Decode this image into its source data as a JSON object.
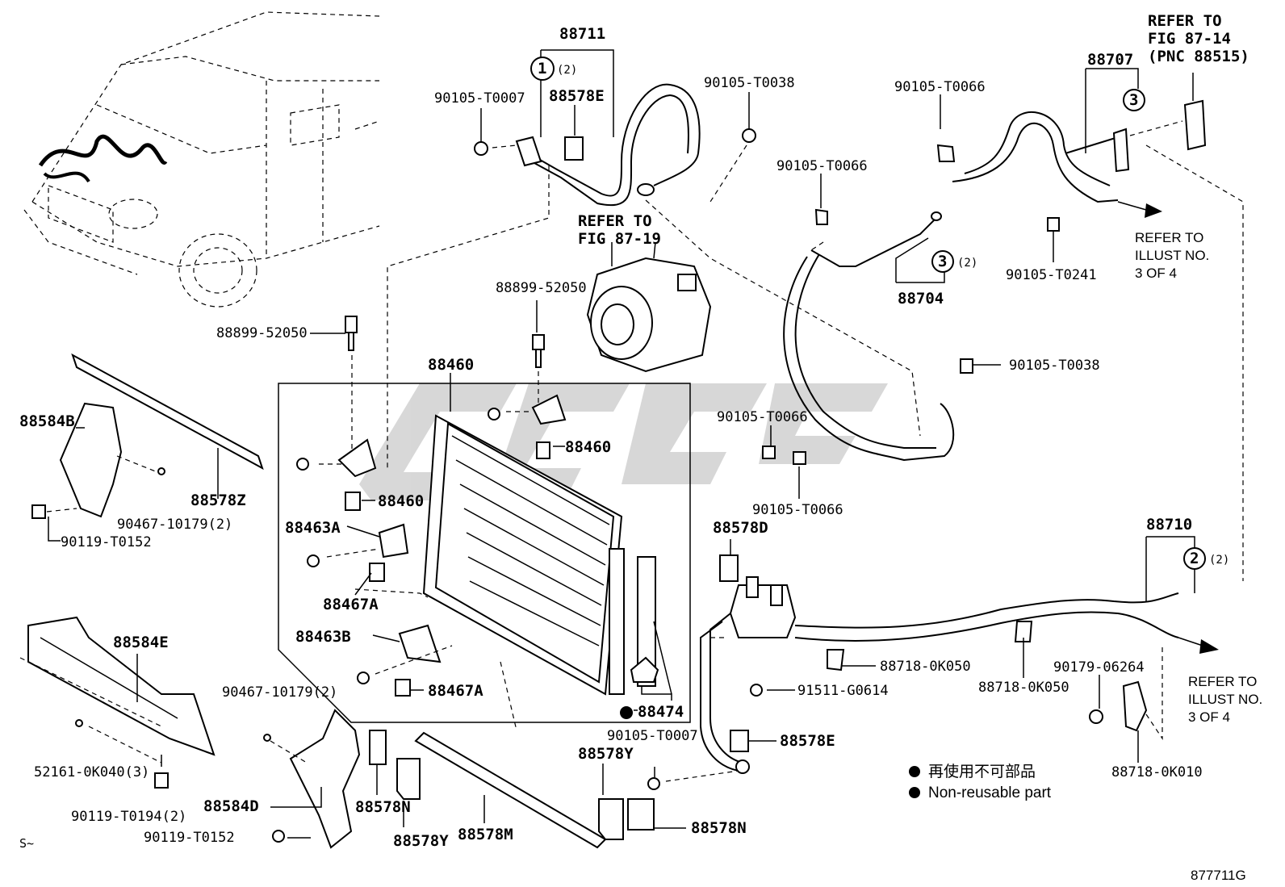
{
  "figure_id": "877711G",
  "corner_mark": "S~",
  "watermark_color": "#b8b8b8",
  "labels": {
    "p88711": "88711",
    "c1_qty": "(2)",
    "p88578E_top": "88578E",
    "p90105_T0007_top": "90105-T0007",
    "p90105_T0038_top": "90105-T0038",
    "refer_fig_87_19_a": "REFER TO",
    "refer_fig_87_19_b": "FIG 87-19",
    "p88899_52050_a": "88899-52050",
    "p88899_52050_b": "88899-52050",
    "p88460_main": "88460",
    "p88460_b": "88460",
    "p88460_c": "88460",
    "p88463A": "88463A",
    "p88467A_a": "88467A",
    "p88463B": "88463B",
    "p88467A_b": "88467A",
    "p88474": "88474",
    "p88584B": "88584B",
    "p88578Z": "88578Z",
    "p90467_10179_a": "90467-10179(2)",
    "p90119_T0152_a": "90119-T0152",
    "p88584E": "88584E",
    "p52161_0K040": "52161-0K040(3)",
    "p90119_T0194": "90119-T0194(2)",
    "p90467_10179_b": "90467-10179(2)",
    "p88584D": "88584D",
    "p90119_T0152_b": "90119-T0152",
    "p88578N_a": "88578N",
    "p88578Y_a": "88578Y",
    "p88578M": "88578M",
    "p88578Y_b": "88578Y",
    "p88578N_b": "88578N",
    "p90105_T0007_bottom": "90105-T0007",
    "p88578E_bottom": "88578E",
    "p88578D": "88578D",
    "p91511_G0614": "91511-G0614",
    "p88718_0K050_a": "88718-0K050",
    "p88718_0K050_b": "88718-0K050",
    "p88710": "88710",
    "c2_qty": "(2)",
    "p90179_06264": "90179-06264",
    "p88718_0K010": "88718-0K010",
    "refer_illust_b_1": "REFER TO",
    "refer_illust_b_2": "ILLUST NO.",
    "refer_illust_b_3": "3 OF 4",
    "p90105_T0066_a": "90105-T0066",
    "p90105_T0066_b": "90105-T0066",
    "p90105_T0066_c": "90105-T0066",
    "p90105_T0066_d": "90105-T0066",
    "p90105_T0038_right": "90105-T0038",
    "p88704": "88704",
    "c3b_qty": "(2)",
    "p88707": "88707",
    "p90105_T0241": "90105-T0241",
    "refer_illust_a_1": "REFER TO",
    "refer_illust_a_2": "ILLUST NO.",
    "refer_illust_a_3": "3 OF 4",
    "refer_fig_87_14_1": "REFER TO",
    "refer_fig_87_14_2": "FIG 87-14",
    "refer_fig_87_14_3": "(PNC 88515)"
  },
  "callouts": {
    "c1": "1",
    "c2": "2",
    "c3a": "3",
    "c3b": "3"
  },
  "legend": {
    "japanese": "再使用不可部品",
    "english": "Non-reusable part"
  }
}
